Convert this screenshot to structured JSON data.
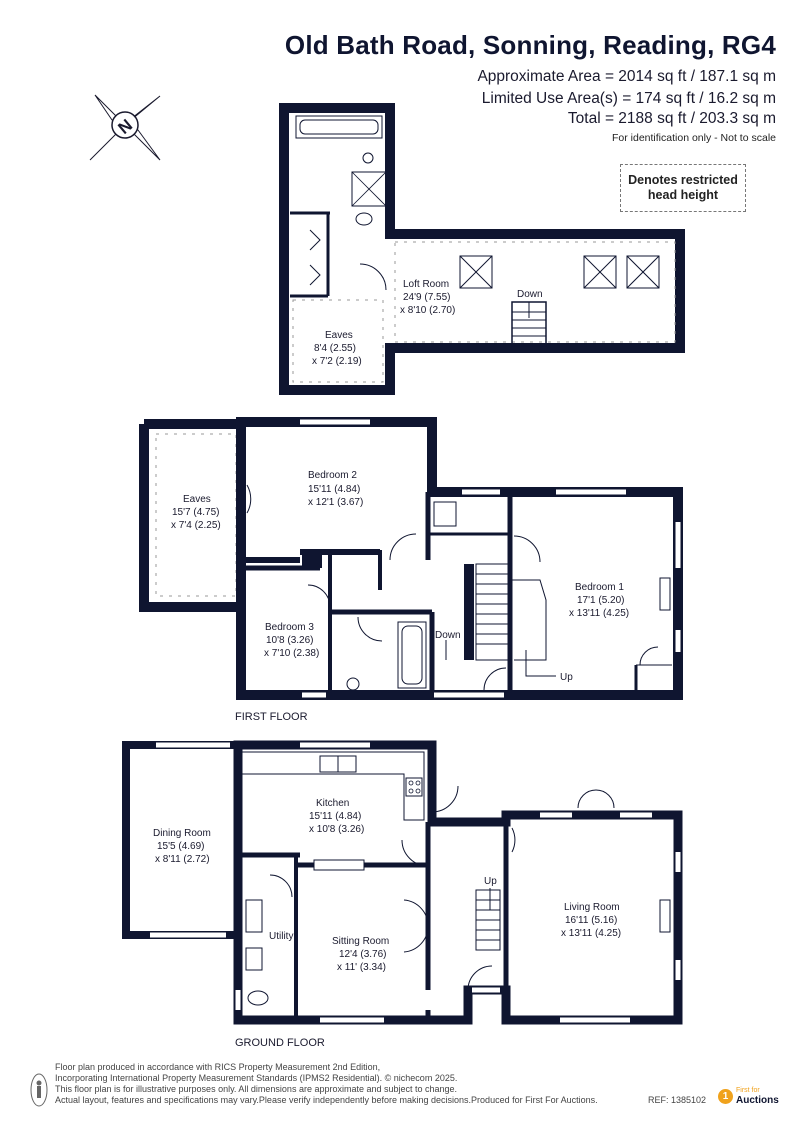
{
  "header": {
    "title": "Old Bath Road, Sonning, Reading, RG4",
    "approx_area": "Approximate Area = 2014 sq ft / 187.1 sq m",
    "limited_use": "Limited Use Area(s) = 174 sq ft / 16.2 sq m",
    "total": "Total = 2188 sq ft / 203.3 sq m",
    "identification": "For identification only - Not to scale"
  },
  "legend": {
    "line1": "Denotes restricted",
    "line2": "head height"
  },
  "compass": {
    "letter": "N",
    "icon": "compass-icon"
  },
  "loft": {
    "room": {
      "name": "Loft Room",
      "dim1": "24'9 (7.55)",
      "dim2": "x 8'10 (2.70)"
    },
    "eaves": {
      "name": "Eaves",
      "dim1": "8'4 (2.55)",
      "dim2": "x 7'2 (2.19)"
    },
    "stairs_label": "Down"
  },
  "first_floor": {
    "label": "FIRST FLOOR",
    "eaves": {
      "name": "Eaves",
      "dim1": "15'7 (4.75)",
      "dim2": "x 7'4 (2.25)"
    },
    "bedroom2": {
      "name": "Bedroom 2",
      "dim1": "15'11 (4.84)",
      "dim2": "x 12'1 (3.67)"
    },
    "bedroom1": {
      "name": "Bedroom 1",
      "dim1": "17'1 (5.20)",
      "dim2": "x 13'11 (4.25)"
    },
    "bedroom3": {
      "name": "Bedroom 3",
      "dim1": "10'8 (3.26)",
      "dim2": "x 7'10 (2.38)"
    },
    "down_label": "Down",
    "up_label": "Up"
  },
  "ground_floor": {
    "label": "GROUND FLOOR",
    "dining": {
      "name": "Dining Room",
      "dim1": "15'5 (4.69)",
      "dim2": "x 8'11 (2.72)"
    },
    "kitchen": {
      "name": "Kitchen",
      "dim1": "15'11 (4.84)",
      "dim2": "x 10'8 (3.26)"
    },
    "living": {
      "name": "Living Room",
      "dim1": "16'11 (5.16)",
      "dim2": "x 13'11 (4.25)"
    },
    "sitting": {
      "name": "Sitting Room",
      "dim1": "12'4 (3.76)",
      "dim2": "x 11' (3.34)"
    },
    "utility": "Utility",
    "up_label": "Up"
  },
  "footer": {
    "line1": "Floor plan produced in accordance with RICS Property Measurement 2nd Edition,",
    "line2": "Incorporating International Property Measurement Standards (IPMS2 Residential).  © nichecom 2025.",
    "line3": "This floor plan is for illustrative purposes only. All dimensions are approximate and subject to change.",
    "line4": "Actual layout, features and specifications may vary.Please verify independently before making decisions.Produced for First For Auctions.",
    "ref": "REF: 1385102",
    "brand_top": "First for",
    "brand_name": "Auctions",
    "brand_icon": "first-for-auctions-logo-icon"
  },
  "colors": {
    "wall": "#0f1530",
    "text": "#1a1a2e",
    "accent": "#f0a21c"
  }
}
